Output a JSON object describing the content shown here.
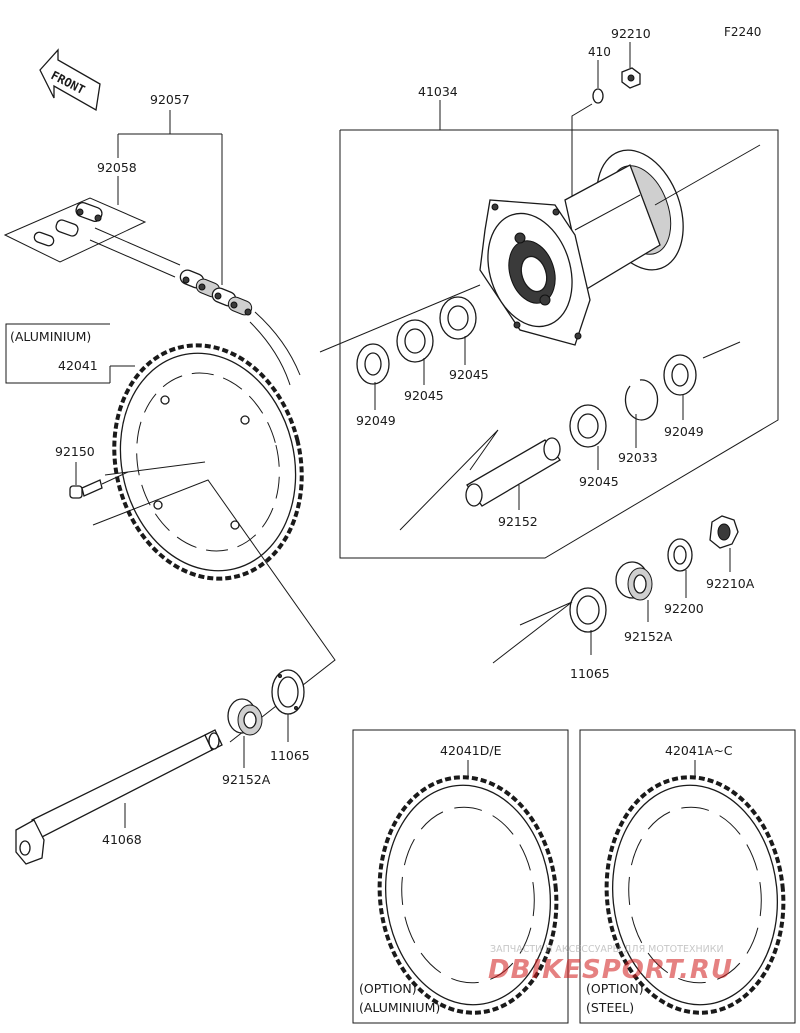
{
  "figure_code": "F2240",
  "front_label": "FRONT",
  "labels": {
    "p92210": "92210",
    "p410": "410",
    "p41034": "41034",
    "p92057": "92057",
    "p92058": "92058",
    "aluminium_tag": "(ALUMINIUM)",
    "p42041": "42041",
    "p92150": "92150",
    "p92049_left": "92049",
    "p92045_a": "92045",
    "p92045_b": "92045",
    "p92045_c": "92045",
    "p92033": "92033",
    "p92049_right": "92049",
    "p92152": "92152",
    "p92210A": "92210A",
    "p92200": "92200",
    "p92152A_right": "92152A",
    "p11065_right": "11065",
    "p11065_left": "11065",
    "p92152A_left": "92152A",
    "p41068": "41068",
    "p42041DE": "42041D/E",
    "p42041AC": "42041A~C"
  },
  "option_boxes": {
    "aluminium": {
      "line1": "(OPTION)",
      "line2": "(ALUMINIUM)"
    },
    "steel": {
      "line1": "(OPTION)",
      "line2": "(STEEL)"
    }
  },
  "watermark": {
    "tagline": "ЗАПЧАСТИ И АКСЕССУАРЫ ДЛЯ МОТОТЕХНИКИ",
    "brand": "DBIKESPORT.RU",
    "color": "#d11b1b"
  }
}
